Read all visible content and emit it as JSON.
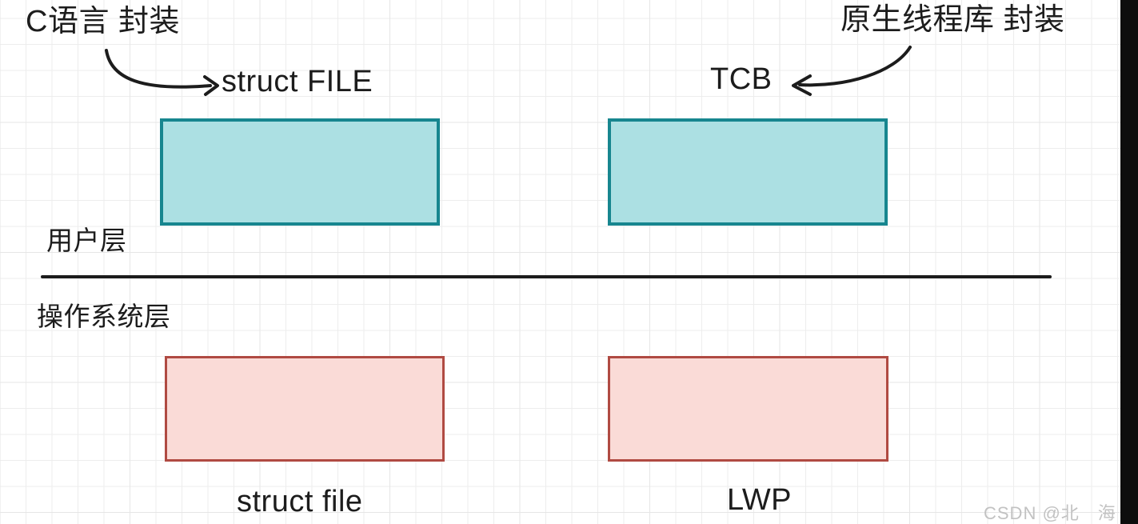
{
  "diagram": {
    "annotations": {
      "c_language": "C语言 封装",
      "native_thread": "原生线程库 封装"
    },
    "user_layer": {
      "label": "用户层",
      "left_box_title": "struct FILE",
      "right_box_title": "TCB"
    },
    "os_layer": {
      "label": "操作系统层",
      "left_box_title": "struct file",
      "right_box_title": "LWP"
    },
    "watermark": "CSDN @北　海",
    "colors": {
      "user_box_fill": "#ace0e3",
      "user_box_stroke": "#17868f",
      "os_box_fill": "#fadbd7",
      "os_box_stroke": "#b04a42",
      "ink": "#1c1c1c",
      "grid_line": "#ededed",
      "grid_major": "#e6e6e6",
      "watermark_text": "#c2c2c2",
      "side_bar": "#0d0d0d"
    }
  }
}
